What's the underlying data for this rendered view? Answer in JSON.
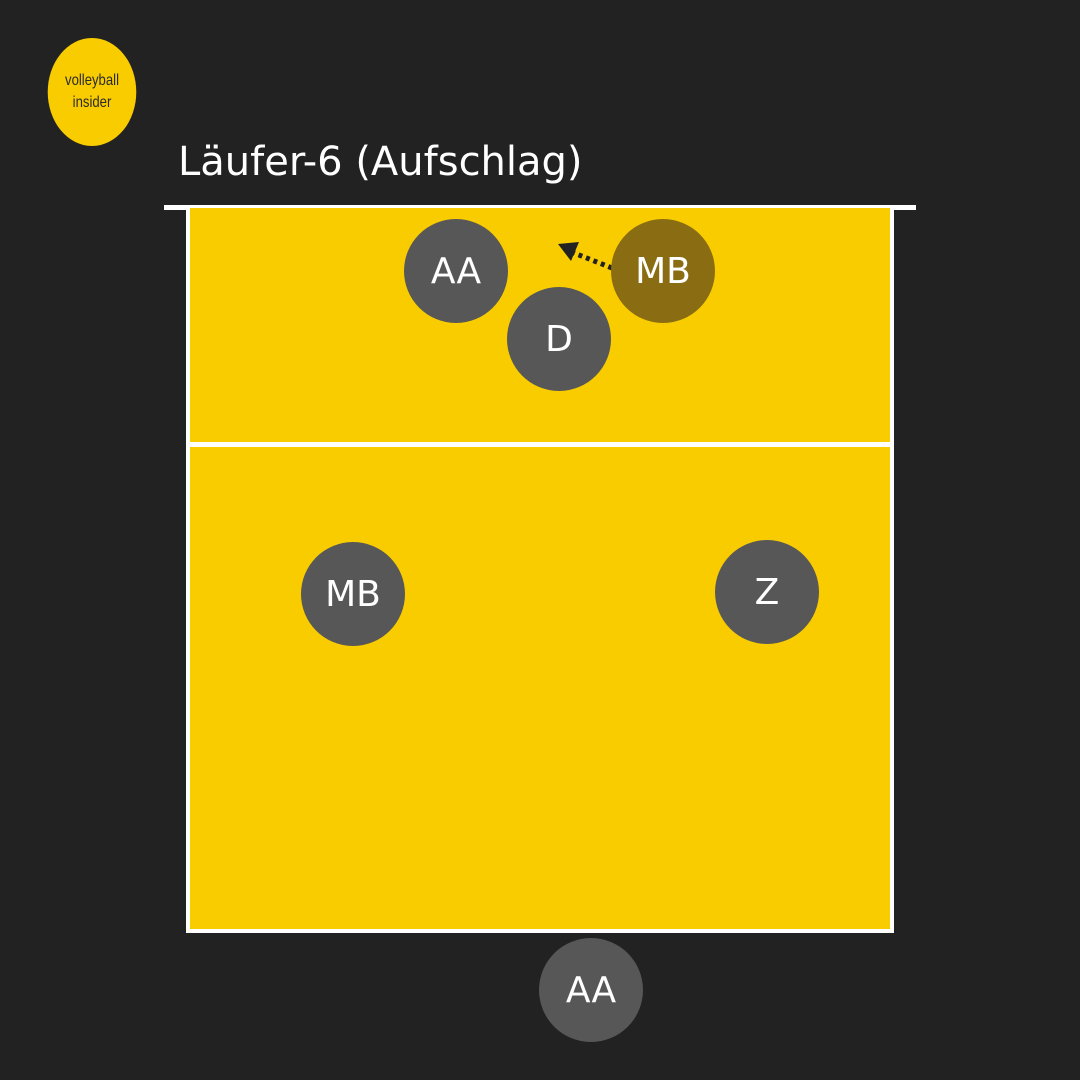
{
  "logo": {
    "line1": "volleyball",
    "line2": "insider"
  },
  "title": "Läufer-6 (Aufschlag)",
  "colors": {
    "background": "#222222",
    "court": "#f9cc00",
    "lines": "#ffffff",
    "player": "#575757",
    "moving_player": "#8a6d12",
    "arrow": "#222222"
  },
  "players": {
    "front_left": "AA",
    "front_right_moving": "MB",
    "setter": "D",
    "back_left": "MB",
    "back_right": "Z",
    "server": "AA"
  },
  "arrow_icon": "dotted-arrow-icon"
}
